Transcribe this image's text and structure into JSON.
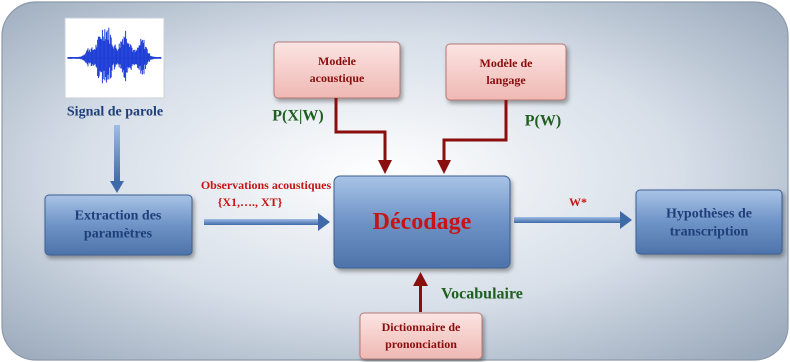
{
  "signal_label": "Signal de parole",
  "nodes": {
    "extraction": [
      "Extraction des",
      "paramètres"
    ],
    "decodage": "Décodage",
    "hypotheses": [
      "Hypothèses de",
      "transcription"
    ],
    "modele_acoustique": [
      "Modèle",
      "acoustique"
    ],
    "modele_langage": [
      "Modèle de",
      "langage"
    ],
    "dictionnaire": [
      "Dictionnaire de",
      "prononciation"
    ]
  },
  "labels": {
    "observations": [
      "Observations acoustiques",
      "{X1,…., XT}"
    ],
    "p_x_w": "P(X|W)",
    "p_w": "P(W)",
    "w_star": "W*",
    "vocabulaire": "Vocabulaire"
  },
  "colors": {
    "blue_box": "#6f93c4",
    "red_box": "#f2c4c0",
    "dark_red": "#8b0e0e",
    "green_text": "#1f5f1f",
    "title_blue": "#1f3f7a",
    "arrow_blue": "#4a78b8",
    "red_title": "#c81414"
  },
  "icons": {
    "signal": "waveform-icon"
  }
}
